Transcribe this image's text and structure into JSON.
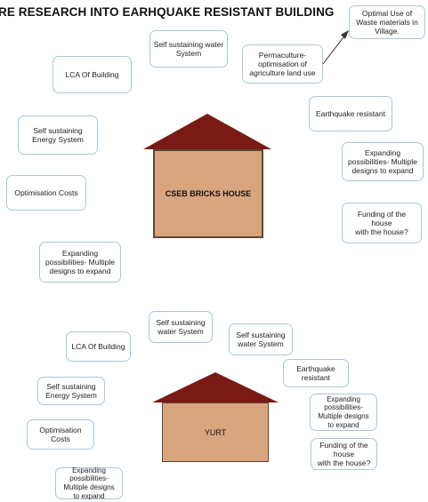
{
  "title": "RE RESEARCH INTO EARHQUAKE RESISTANT BUILDING",
  "diagram1": {
    "house_label": "CSEB BRICKS HOUSE",
    "boxes": {
      "water": "Self sustaining water System",
      "permaculture": "Permaculture-\noptimisation of\nagriculture land use",
      "waste": "Optimal Use of\nWaste materials in\nVillage.",
      "lca": "LCA Of Building",
      "energy": "Self sustaining\nEnergy System",
      "earthquake": "Earthquake resistant",
      "expanding_right": "Expanding\npossibilities- Multiple\ndesigns to expand",
      "costs": "Optimisation Costs",
      "funding": "Funding of the\nhouse\nwith the house?",
      "expanding_left": "Expanding\npossibilities- Multiple\ndesigns to expand"
    }
  },
  "diagram2": {
    "house_label": "YURT",
    "boxes": {
      "water_left": "Self sustaining\nwater System",
      "water_right": "Self sustaining\nwater System",
      "lca": "LCA Of Building",
      "earthquake": "Earthquake\nresistant",
      "energy": "Self sustaining\nEnergy System",
      "expanding_right": "Expanding\npossibilities-\nMultiple designs\nto expand",
      "costs": "Optimisation\nCosts",
      "funding": "Funding of the\nhouse\nwith the house?",
      "expanding_left": "Expanding\npossibilities-\nMultiple designs\nto expand"
    }
  },
  "colors": {
    "box_border": "#a9c7db",
    "roof": "#7a1a14",
    "house_fill": "#d9a57f",
    "house_border": "#5c4636"
  }
}
